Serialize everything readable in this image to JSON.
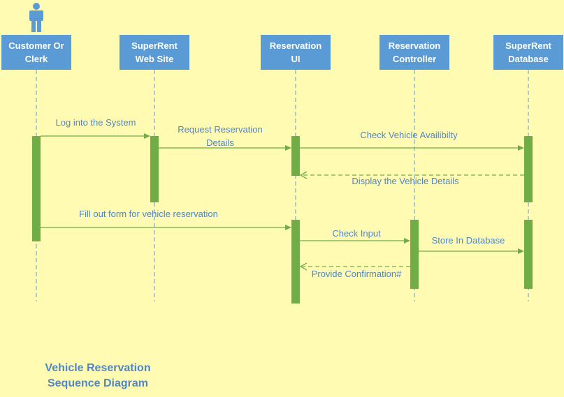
{
  "lifelines": [
    {
      "id": "customer",
      "label": "Customer Or\nClerk"
    },
    {
      "id": "website",
      "label": "SuperRent\nWeb Site"
    },
    {
      "id": "resui",
      "label": "Reservation\nUI"
    },
    {
      "id": "resctrl",
      "label": "Reservation\nController"
    },
    {
      "id": "db",
      "label": "SuperRent\nDatabase"
    }
  ],
  "messages": [
    {
      "text": "Log into the System",
      "from": "customer",
      "to": "website",
      "style": "solid"
    },
    {
      "text": "Request Reservation\nDetails",
      "from": "website",
      "to": "resui",
      "style": "solid"
    },
    {
      "text": "Check Vehicle Availibilty",
      "from": "resui",
      "to": "db",
      "style": "solid"
    },
    {
      "text": "Display the Vehicle Details",
      "from": "db",
      "to": "resui",
      "style": "dashed"
    },
    {
      "text": "Fill out form for vehicle reservation",
      "from": "customer",
      "to": "resui",
      "style": "solid"
    },
    {
      "text": "Check Input",
      "from": "resui",
      "to": "resctrl",
      "style": "solid"
    },
    {
      "text": "Store In Database",
      "from": "resctrl",
      "to": "db",
      "style": "solid"
    },
    {
      "text": "Provide Confirmation#",
      "from": "resctrl",
      "to": "resui",
      "style": "dashed"
    }
  ],
  "diagram_title": "Vehicle Reservation\nSequence Diagram",
  "colors": {
    "background": "#FFFBB3",
    "header": "#5B9BD5",
    "activation": "#70AD47",
    "arrow": "#70AD47",
    "text": "#4F86C6"
  },
  "actor_icon": "person-icon"
}
